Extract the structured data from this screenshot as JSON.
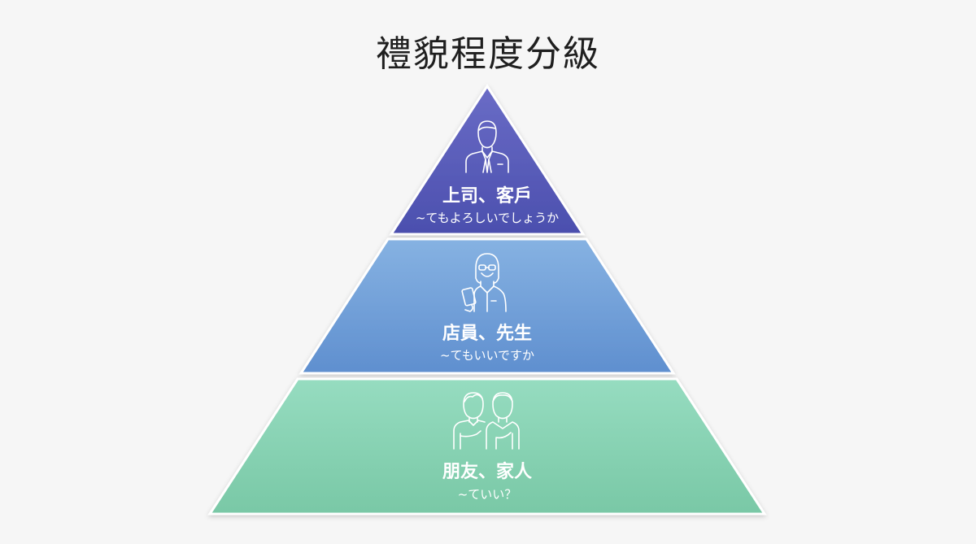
{
  "title": "禮貌程度分級",
  "colors": {
    "background": "#f6f6f6",
    "top": "#5356b7",
    "middle": "#6f9fd6",
    "bottom": "#86d1b2",
    "outline": "#ffffff"
  },
  "levels": [
    {
      "id": "top",
      "icon": "businessman-icon",
      "label": "上司、客戶",
      "phrase": "~てもよろしいでしょうか"
    },
    {
      "id": "middle",
      "icon": "clerk-with-clipboard-icon",
      "label": "店員、先生",
      "phrase": "~てもいいですか"
    },
    {
      "id": "bottom",
      "icon": "friends-icon",
      "label": "朋友、家人",
      "phrase": "~ていい？"
    }
  ]
}
